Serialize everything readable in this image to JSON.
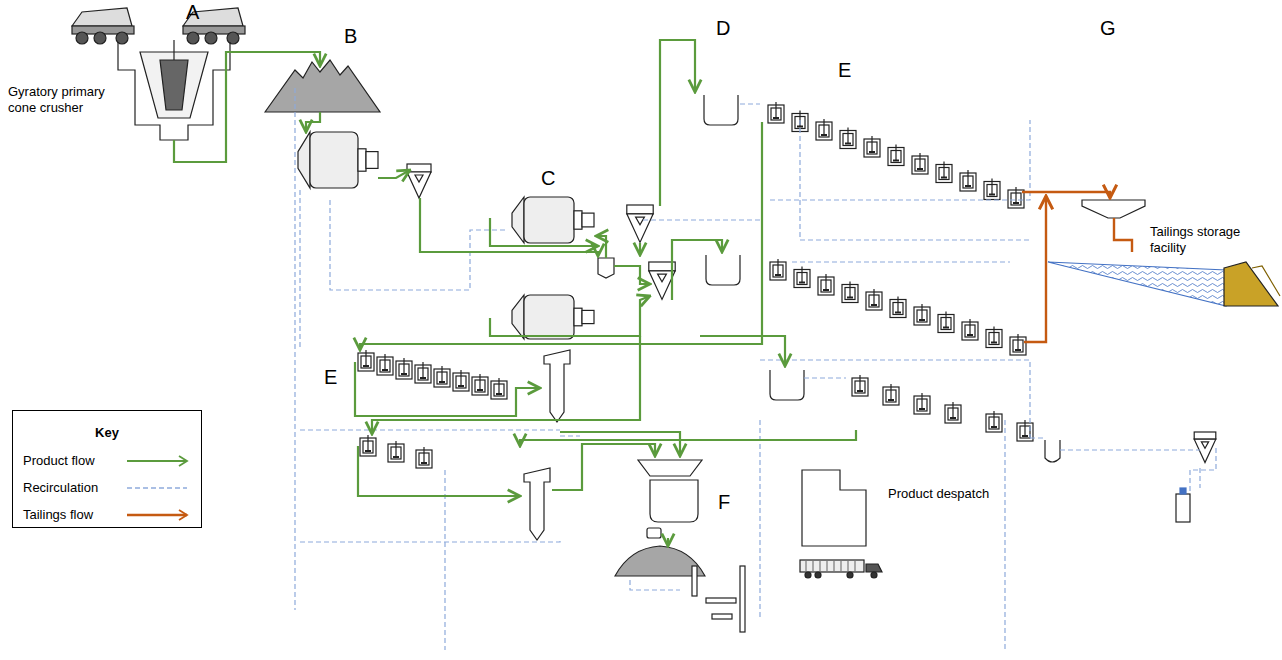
{
  "diagram": {
    "labels": [
      "A",
      "B",
      "C",
      "D",
      "E",
      "E",
      "F",
      "G",
      "Gyratory primary cone crusher",
      "Tailings storage facility",
      "Product despatch",
      "Key"
    ],
    "legend": [
      {
        "text": "Product flow"
      },
      {
        "text": "Recirculation"
      },
      {
        "text": "Tailings flow"
      }
    ]
  }
}
